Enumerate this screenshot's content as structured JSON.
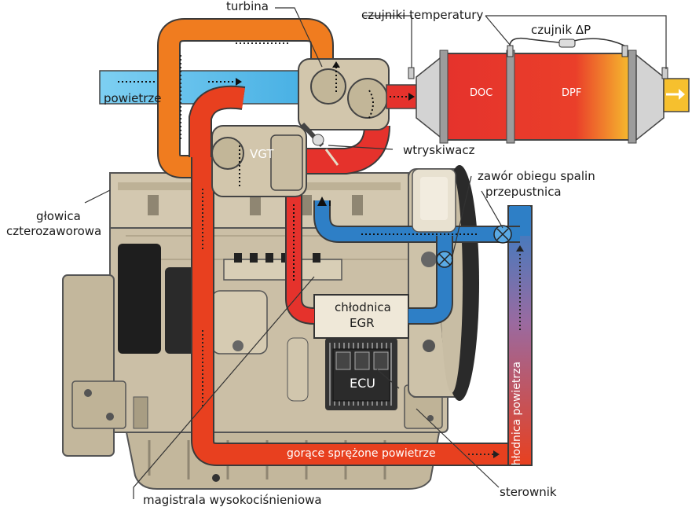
{
  "labels": {
    "turbina": "turbina",
    "czujniki_temperatury": "czujniki temperatury",
    "czujnik_dp": "czujnik ΔP",
    "powietrze": "powietrze",
    "doc": "DOC",
    "dpf": "DPF",
    "vgt": "VGT",
    "wtryskiwacz": "wtryskiwacz",
    "zawor_obiegu_spalin": "zawór obiegu spalin",
    "przepustnica": "przepustnica",
    "glowica_line1": "głowica",
    "glowica_line2": "czterozaworowa",
    "chlodnica_egr_line1": "chłodnica",
    "chlodnica_egr_line2": "EGR",
    "ecu": "ECU",
    "chlodnica_powietrza": "chłodnica powietrza",
    "gorace_sprezone_powietrze": "gorące sprężone powietrze",
    "sterownik": "sterownik",
    "magistrala": "magistrala wysokociśnieniowa"
  },
  "colors": {
    "fresh_air": "#67c3ec",
    "hot_air": "#e8401f",
    "exhaust_orange": "#f07c1f",
    "cooled_air": "#2e7fc6",
    "engine": "#c9bda3",
    "engine_dark": "#8f8672",
    "dpf_red": "#e5322c",
    "dpf_yellow": "#f6c02e"
  }
}
